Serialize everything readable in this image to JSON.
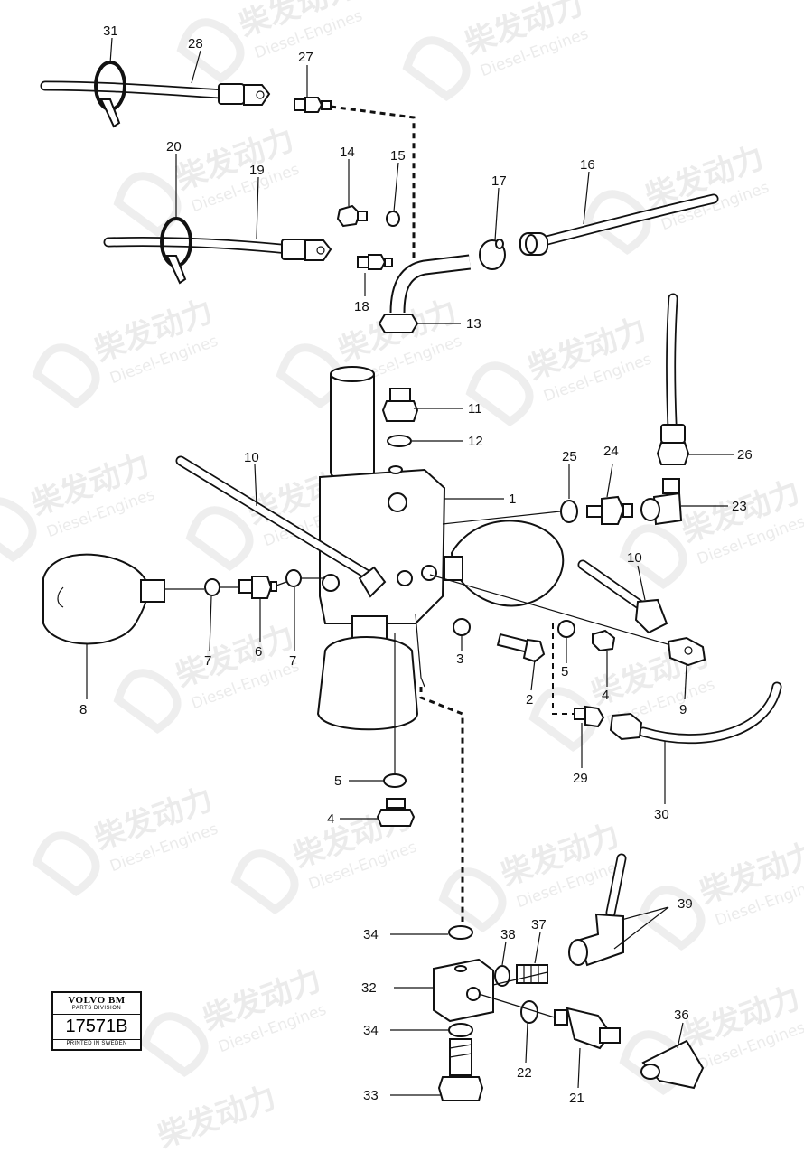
{
  "watermark": {
    "cn": "柴发动力",
    "en": "Diesel-Engines"
  },
  "plate": {
    "brand": "VOLVO BM",
    "division": "PARTS DIVISION",
    "code": "17571B",
    "printed": "PRINTED IN SWEDEN"
  },
  "callouts": [
    {
      "id": "c31",
      "text": "31"
    },
    {
      "id": "c28",
      "text": "28"
    },
    {
      "id": "c27",
      "text": "27"
    },
    {
      "id": "c20",
      "text": "20"
    },
    {
      "id": "c19",
      "text": "19"
    },
    {
      "id": "c14",
      "text": "14"
    },
    {
      "id": "c15",
      "text": "15"
    },
    {
      "id": "c17",
      "text": "17"
    },
    {
      "id": "c16",
      "text": "16"
    },
    {
      "id": "c18",
      "text": "18"
    },
    {
      "id": "c13",
      "text": "13"
    },
    {
      "id": "c11",
      "text": "11"
    },
    {
      "id": "c12",
      "text": "12"
    },
    {
      "id": "c10a",
      "text": "10"
    },
    {
      "id": "c1",
      "text": "1"
    },
    {
      "id": "c25",
      "text": "25"
    },
    {
      "id": "c24",
      "text": "24"
    },
    {
      "id": "c26",
      "text": "26"
    },
    {
      "id": "c23",
      "text": "23"
    },
    {
      "id": "c10b",
      "text": "10"
    },
    {
      "id": "c7a",
      "text": "7"
    },
    {
      "id": "c6",
      "text": "6"
    },
    {
      "id": "c7b",
      "text": "7"
    },
    {
      "id": "c8",
      "text": "8"
    },
    {
      "id": "c3",
      "text": "3"
    },
    {
      "id": "c2",
      "text": "2"
    },
    {
      "id": "c5a",
      "text": "5"
    },
    {
      "id": "c4a",
      "text": "4"
    },
    {
      "id": "c9",
      "text": "9"
    },
    {
      "id": "c29",
      "text": "29"
    },
    {
      "id": "c30",
      "text": "30"
    },
    {
      "id": "c5b",
      "text": "5"
    },
    {
      "id": "c4b",
      "text": "4"
    },
    {
      "id": "c39",
      "text": "39"
    },
    {
      "id": "c34a",
      "text": "34"
    },
    {
      "id": "c38",
      "text": "38"
    },
    {
      "id": "c37",
      "text": "37"
    },
    {
      "id": "c32",
      "text": "32"
    },
    {
      "id": "c36",
      "text": "36"
    },
    {
      "id": "c34b",
      "text": "34"
    },
    {
      "id": "c22",
      "text": "22"
    },
    {
      "id": "c21",
      "text": "21"
    },
    {
      "id": "c33",
      "text": "33"
    }
  ]
}
